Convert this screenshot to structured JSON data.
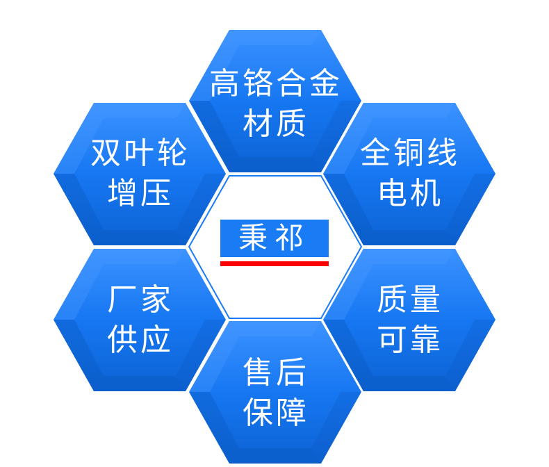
{
  "colors": {
    "hex_fill": "#1677f2",
    "hex_light": "#4a9bff",
    "hex_dark": "#0a5cc8",
    "center_border": "#1a7cf5",
    "brand_box": "#1a7cf5",
    "brand_underline": "#ff0000",
    "text": "#ffffff"
  },
  "center": {
    "brand": "秉祁"
  },
  "hexagons": [
    {
      "position": "top",
      "line1": "高铬合金",
      "line2": "材质"
    },
    {
      "position": "upper-left",
      "line1": "双叶轮",
      "line2": "增压"
    },
    {
      "position": "upper-right",
      "line1": "全铜线",
      "line2": "电机"
    },
    {
      "position": "lower-left",
      "line1": "厂家",
      "line2": "供应"
    },
    {
      "position": "lower-right",
      "line1": "质量",
      "line2": "可靠"
    },
    {
      "position": "bottom",
      "line1": "售后",
      "line2": "保障"
    }
  ]
}
